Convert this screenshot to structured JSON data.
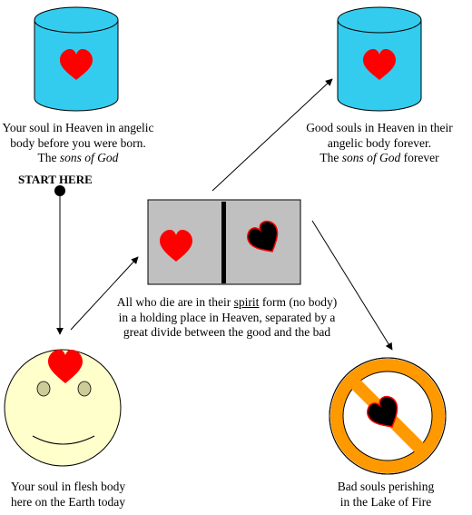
{
  "start_label": "START HERE",
  "captions": {
    "heaven_before": {
      "line1": "Your soul in Heaven in angelic",
      "line2": "body before you were born.",
      "line3_pre": "The ",
      "line3_italic": "sons of God",
      "line3_post": ""
    },
    "heaven_forever": {
      "line1": "Good souls in Heaven in their",
      "line2": "angelic body forever.",
      "line3_pre": "The ",
      "line3_italic": "sons of God",
      "line3_post": " forever"
    },
    "holding_place": {
      "line1_pre": "All who die are in their ",
      "line1_underline": "spirit",
      "line1_post": " form (no body)",
      "line2": "in a holding place in Heaven, separated by a",
      "line3": "great divide between the good and the bad"
    },
    "earth": {
      "line1": "Your soul in flesh body",
      "line2": "here on the Earth today"
    },
    "lake_of_fire": {
      "line1": "Bad souls perishing",
      "line2": "in the Lake of Fire"
    }
  },
  "colors": {
    "cylinder_fill": "#33ccee",
    "good_heart": "#ff0000",
    "bad_heart": "#000000",
    "bad_heart_outline": "#ff0000",
    "holding_box": "#c0c0c0",
    "face_fill": "#ffffcc",
    "eye_fill": "#cccc99",
    "no_symbol": "#ff9900",
    "start_dot": "#000000"
  },
  "icons": [
    "cylinder-icon",
    "heart-icon",
    "smiley-face-icon",
    "prohibition-sign-icon"
  ]
}
